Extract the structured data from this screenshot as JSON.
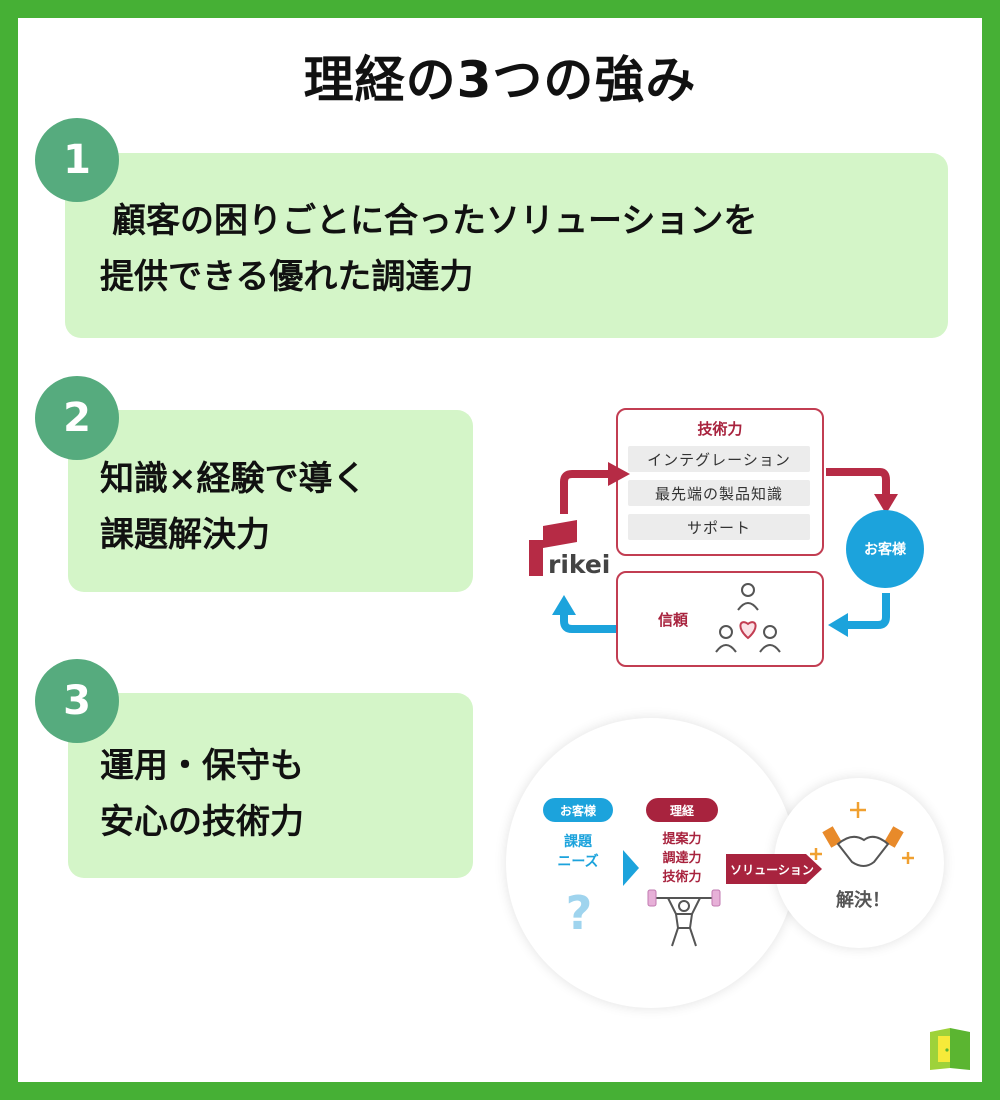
{
  "title": "理経の3つの強み",
  "points": [
    {
      "num": "1",
      "line1": "顧客の困りごとに合ったソリューションを",
      "line2": "提供できる優れた調達力"
    },
    {
      "num": "2",
      "line1": "知識×経験で導く",
      "line2": "課題解決力"
    },
    {
      "num": "3",
      "line1": "運用・保守も",
      "line2": "安心の技術力"
    }
  ],
  "diagram1": {
    "heading": "技術力",
    "items": [
      "インテグレーション",
      "最先端の製品知識",
      "サポート"
    ],
    "customer": "お客様",
    "trust": "信頼",
    "logo_text": "rikei"
  },
  "diagram2": {
    "customer_label": "お客様",
    "issues": [
      "課題",
      "ニーズ"
    ],
    "question": "?",
    "rikei_label": "理経",
    "powers": [
      "提案力",
      "調達力",
      "技術力"
    ],
    "solution_label": "ソリューション",
    "result": "解決！"
  },
  "colors": {
    "frame": "#46b035",
    "card": "#d4f5c8",
    "badge": "#56ab7e",
    "red": "#a8233e",
    "blue": "#1ca3dc"
  }
}
